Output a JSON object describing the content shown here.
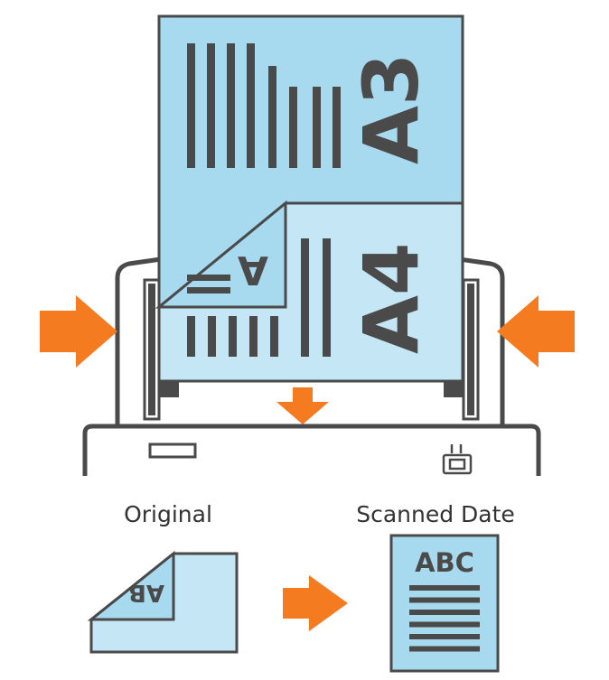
{
  "sheets": {
    "a3_label": "A3",
    "a4_label": "A4",
    "folded_corner_label": "A"
  },
  "labels": {
    "original": "Original",
    "scanned": "Scanned Date"
  },
  "original_icon": {
    "folded_text": "AB"
  },
  "scanned_icon": {
    "heading": "ABC",
    "text_lines": 6
  },
  "colors": {
    "sheet_fill": "#a8daef",
    "sheet_fill_light": "#c4e6f5",
    "sheet_stroke": "#4a4a4a",
    "bar_color": "#4a4a4a",
    "arrow_color": "#f47b20",
    "scanner_stroke": "#4a4a4a"
  },
  "icons": {
    "arrow": "right-arrow-icon",
    "power": "power-icon",
    "button": "scan-button-icon"
  }
}
